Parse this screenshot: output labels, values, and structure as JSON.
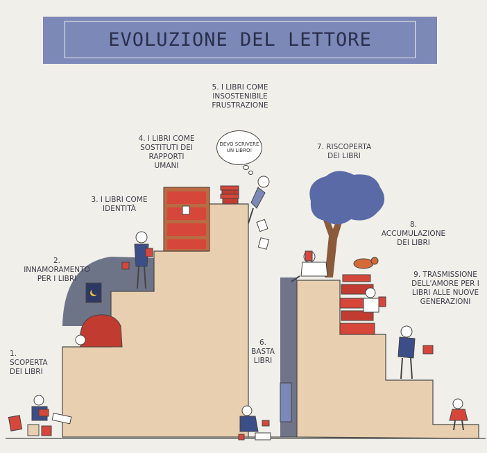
{
  "title": "EVOLUZIONE DEL LETTORE",
  "stages": [
    {
      "n": "1.",
      "text": "1. SCOPERTA DEI LIBRI"
    },
    {
      "n": "2.",
      "text": "2. INNAMORAMENTO PER I LIBRI"
    },
    {
      "n": "3.",
      "text": "3. I LIBRI COME IDENTITÀ"
    },
    {
      "n": "4.",
      "text": "4. I LIBRI COME SOSTITUTI DEI RAPPORTI UMANI"
    },
    {
      "n": "5.",
      "text": "5. I LIBRI COME INSOSTENIBILE FRUSTRAZIONE"
    },
    {
      "n": "6.",
      "text": "6. BASTA LIBRI"
    },
    {
      "n": "7.",
      "text": "7. RISCOPERTA DEI LIBRI"
    },
    {
      "n": "8.",
      "text": "8. ACCUMULAZIONE DEI LIBRI"
    },
    {
      "n": "9.",
      "text": "9. TRASMISSIONE DELL'AMORE PER I LIBRI ALLE NUOVE GENERAZIONI"
    }
  ],
  "speech_bubble": "DEVO SCRIVERE UN LIBRO!",
  "colors": {
    "banner": "#7b88b8",
    "stairs": "#e8cfaf",
    "shadow": "#707689",
    "book_red": "#d7463a",
    "tree": "#5a6aa7"
  }
}
